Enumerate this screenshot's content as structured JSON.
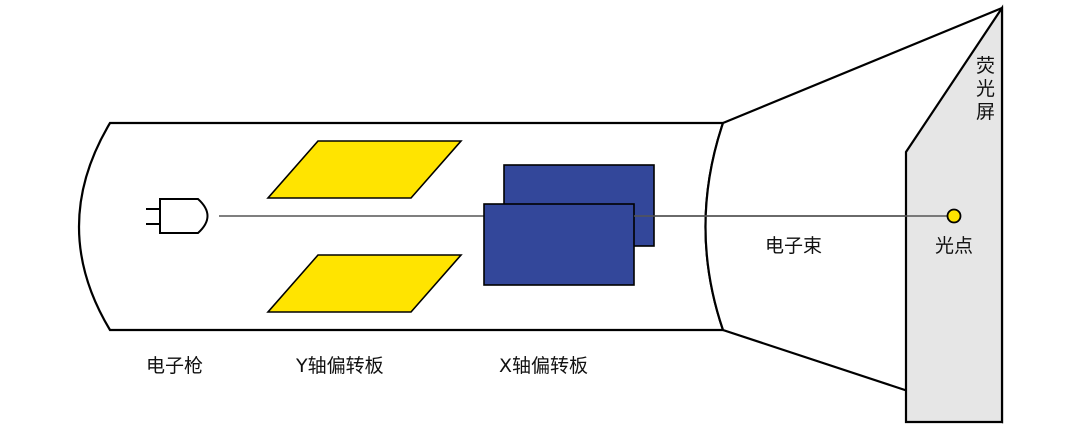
{
  "labels": {
    "electron_gun": "电子枪",
    "y_deflection_plates": "Y轴偏转板",
    "x_deflection_plates": "X轴偏转板",
    "electron_beam": "电子束",
    "light_spot": "光点",
    "fluorescent_screen_chars": [
      "荧",
      "光",
      "屏"
    ]
  },
  "colors": {
    "outline": "#000000",
    "y_plate_fill": "#ffe400",
    "x_plate_fill": "#33479a",
    "screen_fill": "#e6e6e6",
    "spot_fill": "#ffe400",
    "background": "#ffffff"
  }
}
